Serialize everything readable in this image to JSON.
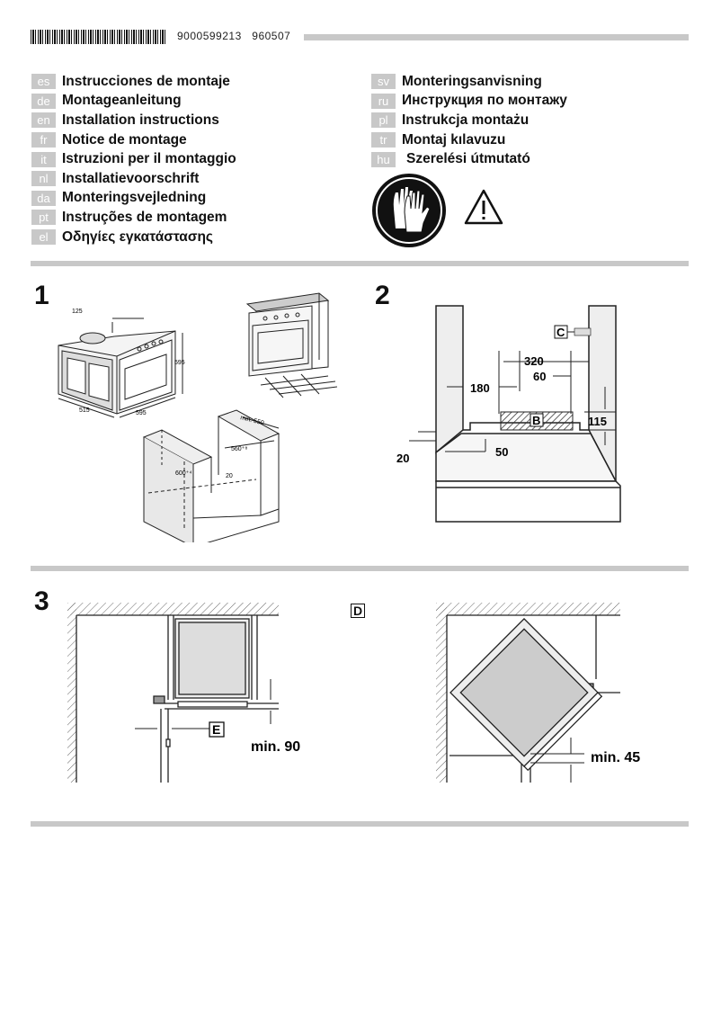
{
  "header": {
    "doc_number": "9000599213",
    "doc_code": "960507"
  },
  "languages_left": [
    {
      "code": "es",
      "label": "Instrucciones de montaje"
    },
    {
      "code": "de",
      "label": "Montageanleitung"
    },
    {
      "code": "en",
      "label": "Installation instructions"
    },
    {
      "code": "fr",
      "label": "Notice de montage"
    },
    {
      "code": "it",
      "label": "Istruzioni per il montaggio"
    },
    {
      "code": "nl",
      "label": "Installatievoorschrift"
    },
    {
      "code": "da",
      "label": "Monteringsvejledning"
    },
    {
      "code": "pt",
      "label": "Instruções de montagem"
    },
    {
      "code": "el",
      "label": "Οδηγίες εγκατάστασης"
    }
  ],
  "languages_right": [
    {
      "code": "sv",
      "label": "Monteringsanvisning"
    },
    {
      "code": "ru",
      "label": "Инструкция по монтажу"
    },
    {
      "code": "pl",
      "label": "Instrukcja montażu"
    },
    {
      "code": "tr",
      "label": "Montaj kılavuzu"
    },
    {
      "code": "hu",
      "label": "Szerelési útmutató"
    }
  ],
  "steps": {
    "s1": "1",
    "s2": "2",
    "s3": "3"
  },
  "fig1": {
    "d125": "125",
    "d595h": "595",
    "d515": "515",
    "d595w": "595",
    "dmin550": "min. 550",
    "d560": "560⁺⁸",
    "d600": "600⁺⁴",
    "d20": "20"
  },
  "fig2": {
    "C": "C",
    "d320": "320",
    "d60": "60",
    "d180": "180",
    "B": "B",
    "d115": "115",
    "d20": "20",
    "d50": "50"
  },
  "fig3": {
    "E": "E",
    "min90": "min. 90",
    "D": "D",
    "min45": "min. 45"
  }
}
